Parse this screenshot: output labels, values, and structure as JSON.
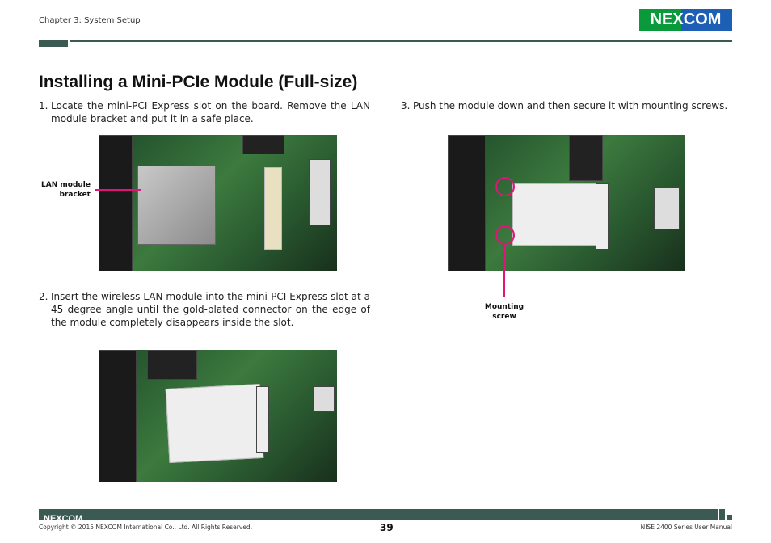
{
  "header": {
    "chapter": "Chapter 3: System Setup",
    "logo_text": "NEXCOM"
  },
  "title": "Installing a Mini-PCIe Module (Full-size)",
  "steps": [
    {
      "num": "1.",
      "text": "Locate the mini-PCI Express slot on the board. Remove the LAN module bracket and put it in a safe place."
    },
    {
      "num": "2.",
      "text": "Insert the wireless LAN module into the mini-PCI Express slot at a 45 degree angle until the gold-plated connector on the edge of the module completely disappears inside the slot."
    },
    {
      "num": "3.",
      "text": "Push the module down and then secure it with mounting screws."
    }
  ],
  "callouts": {
    "lan_bracket": "LAN module bracket",
    "mounting_screw": "Mounting screw"
  },
  "footer": {
    "logo_text": "NEXCOM",
    "copyright": "Copyright © 2015 NEXCOM International Co., Ltd. All Rights Reserved.",
    "page": "39",
    "manual": "NISE 2400 Series User Manual"
  },
  "colors": {
    "accent": "#3a5a52",
    "callout": "#e0157a",
    "logo_green": "#0a9a3c",
    "logo_blue": "#1d5fb4"
  }
}
